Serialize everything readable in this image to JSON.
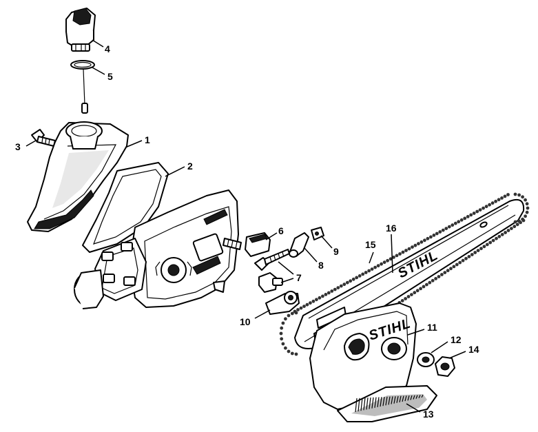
{
  "diagram": {
    "brand_bar": "STIHL",
    "brand_cover": "STIHL",
    "callouts": [
      {
        "id": "1",
        "label": "1"
      },
      {
        "id": "2",
        "label": "2"
      },
      {
        "id": "3",
        "label": "3"
      },
      {
        "id": "4",
        "label": "4"
      },
      {
        "id": "5",
        "label": "5"
      },
      {
        "id": "6",
        "label": "6"
      },
      {
        "id": "7",
        "label": "7"
      },
      {
        "id": "8",
        "label": "8"
      },
      {
        "id": "9",
        "label": "9"
      },
      {
        "id": "10",
        "label": "10"
      },
      {
        "id": "11",
        "label": "11"
      },
      {
        "id": "12",
        "label": "12"
      },
      {
        "id": "13",
        "label": "13"
      },
      {
        "id": "14",
        "label": "14"
      },
      {
        "id": "15",
        "label": "15"
      },
      {
        "id": "16",
        "label": "16"
      }
    ]
  }
}
